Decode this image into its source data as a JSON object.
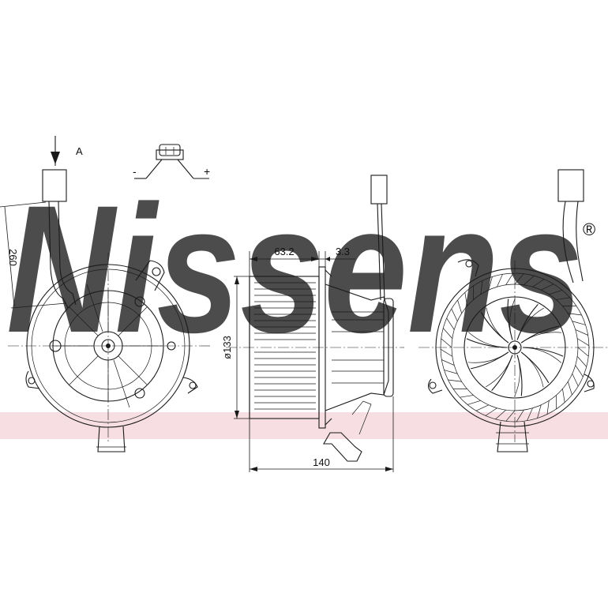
{
  "brand": {
    "watermark": "Nissens",
    "registered": "®",
    "watermark_color": "#c9d3e4",
    "stripe_color": "#f3d3da"
  },
  "labels": {
    "view_arrow": "A",
    "minus": "-",
    "plus": "+"
  },
  "dimensions": {
    "cable_length": "260",
    "fan_depth": "63.2",
    "flange_gap": "3.3",
    "fan_diameter": "ø133",
    "total_depth": "140"
  },
  "colors": {
    "line": "#1a1a1a"
  }
}
